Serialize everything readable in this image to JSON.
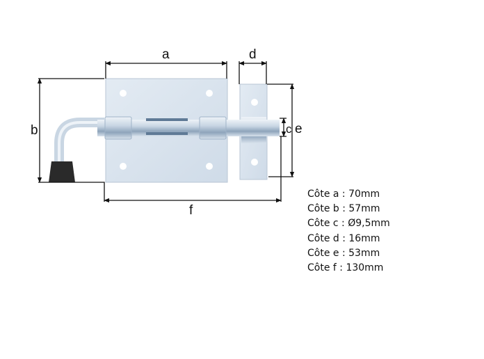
{
  "diagram": {
    "labels": {
      "a": "a",
      "b": "b",
      "c": "c",
      "d": "d",
      "e": "e",
      "f": "f"
    }
  },
  "specs": [
    "Côte a : 70mm",
    "Côte b : 57mm",
    "Côte c : Ø9,5mm",
    "Côte d : 16mm",
    "Côte e : 53mm",
    "Côte f : 130mm"
  ],
  "colors": {
    "metal": "#d6e2ee",
    "metal_dark": "#9fb3c8",
    "rubber": "#2a2a2a",
    "line": "#111111"
  }
}
